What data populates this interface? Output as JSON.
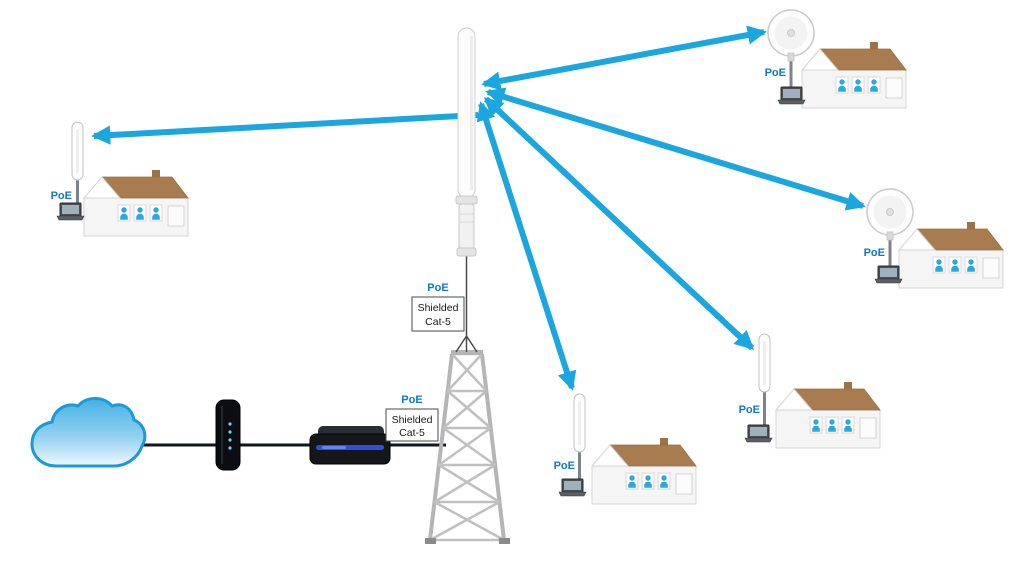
{
  "diagram": {
    "type": "wireless-network-topology",
    "labels": {
      "poe": "PoE",
      "shielded": "Shielded",
      "cat5": "Cat-5"
    },
    "colors": {
      "link_arrow": "#1ba6e0",
      "poe_text": "#0e7ac4",
      "cloud_stroke": "#1c9ad6",
      "cloud_fill_top": "#45b1e5",
      "house_roof": "#a87c4f",
      "person_icon": "#2aa9e0",
      "label_box_border": "#4a4a4a"
    }
  }
}
